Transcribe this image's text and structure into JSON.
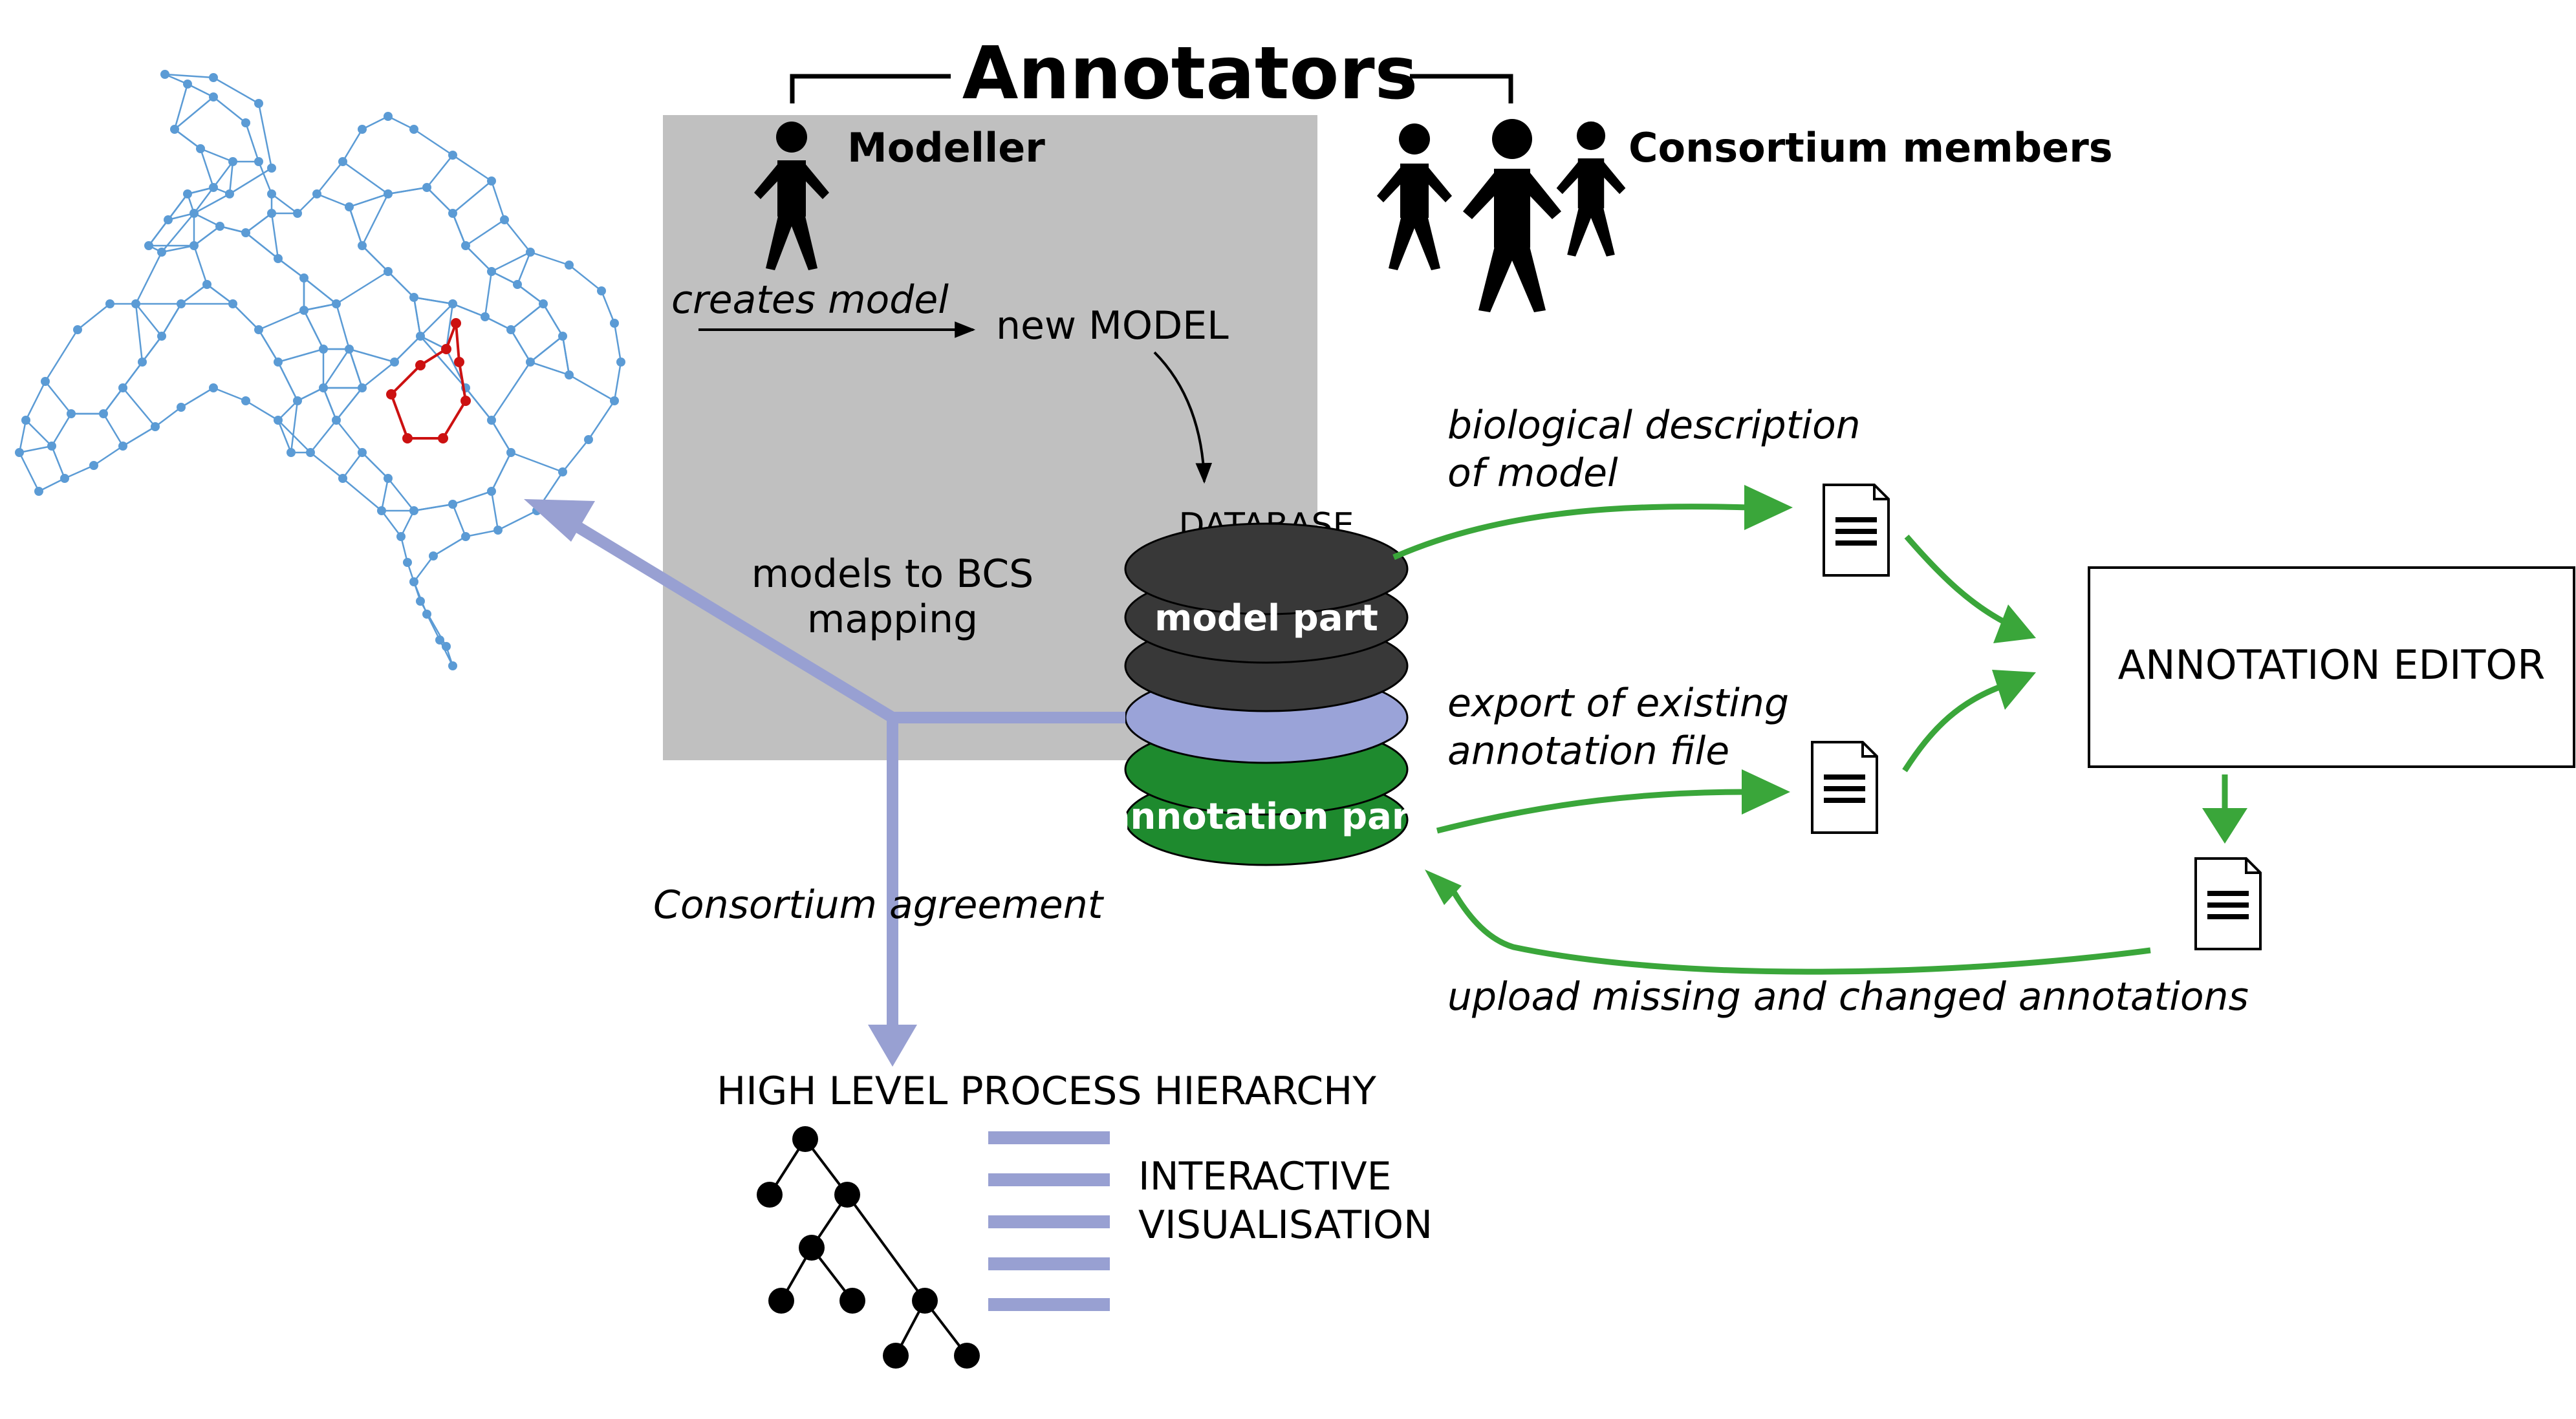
{
  "title": "Annotators",
  "modeller_label": "Modeller",
  "consortium_label": "Consortium members",
  "creates_model": "creates model",
  "new_model": "new MODEL",
  "database_label": "DATABASE",
  "model_part": "model part",
  "annotation_part": "annotation part",
  "bcs_mapping": [
    "models to BCS",
    "mapping"
  ],
  "consortium_agreement": "Consortium agreement",
  "bio_description": [
    "biological description",
    "of model"
  ],
  "export_existing": [
    "export of existing",
    "annotation file"
  ],
  "upload_missing": "upload missing and changed  annotations",
  "annotation_editor": "ANNOTATION EDITOR",
  "hierarchy_title": "HIGH LEVEL PROCESS HIERARCHY",
  "interactive_vis": [
    "INTERACTIVE",
    "VISUALISATION"
  ],
  "colors": {
    "gray_box": "#c0c0c0",
    "green_arrow": "#3aa63a",
    "purple_arrow": "#98a0d2",
    "network_node": "#5b9bd5",
    "network_highlight": "#cc1111",
    "disk_dark": "#383838",
    "disk_purple": "#9aa3d8",
    "disk_green": "#1e8a2e"
  },
  "icons": [
    "person-icon",
    "document-icon",
    "tree-icon",
    "database-icon",
    "network-icon"
  ]
}
